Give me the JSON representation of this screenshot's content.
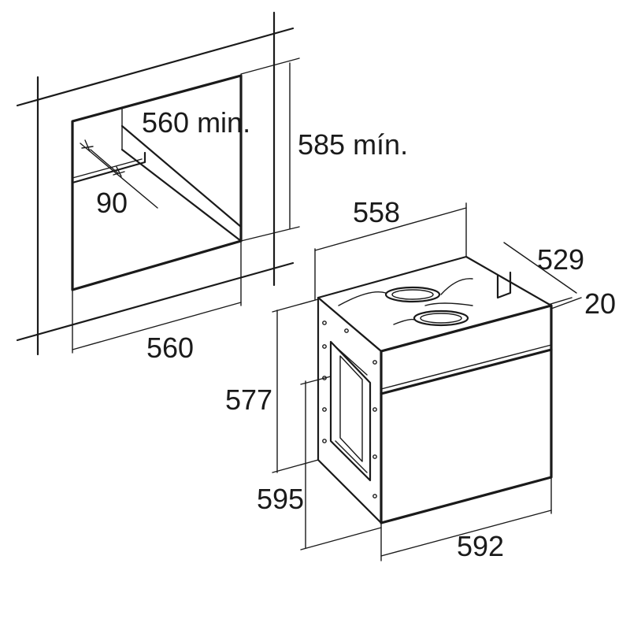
{
  "diagram": {
    "niche": {
      "depth_label": "560 min.",
      "height_label": "585 mín.",
      "vent_label": "90",
      "width_label": "560"
    },
    "oven": {
      "width_label": "558",
      "depth_label": "529",
      "front_thickness_label": "20",
      "body_height_label": "577",
      "front_height_label": "595",
      "front_width_label": "592"
    }
  }
}
